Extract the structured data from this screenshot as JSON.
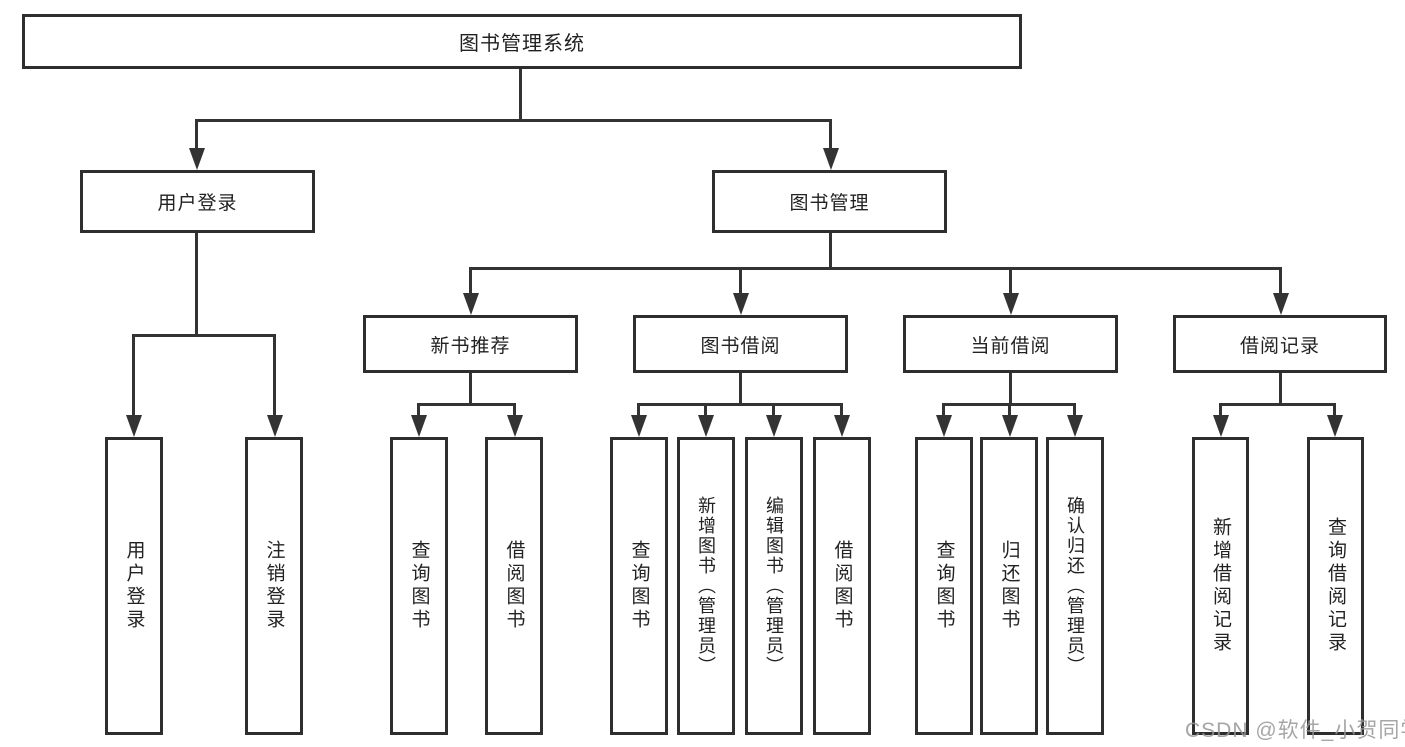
{
  "diagram_title": "图书管理系统",
  "nodes": {
    "root": "图书管理系统",
    "user_login_branch": "用户登录",
    "book_management": "图书管理",
    "new_book_recommend": "新书推荐",
    "book_borrowing": "图书借阅",
    "current_borrowing": "当前借阅",
    "borrowing_records": "借阅记录",
    "user_login": "用户登录",
    "logout": "注销登录",
    "nb_query_books": "查询图书",
    "nb_borrow_books": "借阅图书",
    "bb_query_books": "查询图书",
    "bb_add_books_admin": "新增图书（管理员）",
    "bb_edit_books_admin": "编辑图书（管理员）",
    "bb_borrow_books": "借阅图书",
    "cb_query_books": "查询图书",
    "cb_return_books": "归还图书",
    "cb_confirm_return_admin": "确认归还（管理员）",
    "br_add_record": "新增借阅记录",
    "br_query_record": "查询借阅记录"
  },
  "watermark": "CSDN @软件_小贺同学",
  "colors": {
    "line": "#333333",
    "box_border": "#2e2e2e",
    "box_fill": "#ffffff",
    "text": "#222222",
    "watermark": "#969696"
  }
}
